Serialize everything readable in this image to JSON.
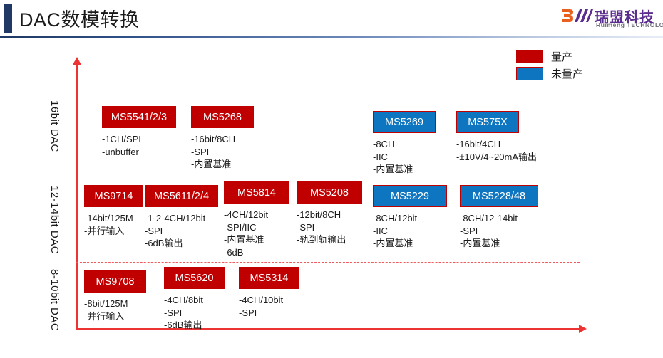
{
  "header": {
    "title": "DAC数模转换",
    "logo": {
      "mark_name": "ruimeng-logo-mark",
      "cn": "瑞盟科技",
      "en": "Ruimeng TECHNOLOGY",
      "cn_color": "#5b2d8e",
      "mark_color": "#e8601c"
    }
  },
  "legend": {
    "items": [
      {
        "label": "量产",
        "color": "#c00000",
        "status": "mass-production"
      },
      {
        "label": "未量产",
        "color": "#0e76c0",
        "status": "not-mass-production"
      }
    ]
  },
  "axes": {
    "y_groups": [
      "16bit DAC",
      "12-14bit DAC",
      "8-10bit DAC"
    ],
    "accent_color": "#ee3333"
  },
  "chart_data": {
    "type": "table",
    "title": "DAC数模转换",
    "xlabel": "",
    "ylabel": "",
    "legend_position": "top-right",
    "grid": true,
    "rows": [
      {
        "group": "16bit DAC",
        "products": [
          {
            "name": "MS5541/2/3",
            "status": "量产",
            "color": "#c00000",
            "specs": [
              "-1CH/SPI",
              "-unbuffer"
            ]
          },
          {
            "name": "MS5268",
            "status": "量产",
            "color": "#c00000",
            "specs": [
              "-16bit/8CH",
              "-SPI",
              "-内置基准"
            ]
          },
          {
            "name": "MS5269",
            "status": "未量产",
            "color": "#0e76c0",
            "specs": [
              "-8CH",
              "-IIC",
              "-内置基准"
            ]
          },
          {
            "name": "MS575X",
            "status": "未量产",
            "color": "#0e76c0",
            "specs": [
              "-16bit/4CH",
              "-±10V/4~20mA输出"
            ]
          }
        ]
      },
      {
        "group": "12-14bit DAC",
        "products": [
          {
            "name": "MS9714",
            "status": "量产",
            "color": "#c00000",
            "specs": [
              "-14bit/125M",
              "-并行输入"
            ]
          },
          {
            "name": "MS5611/2/4",
            "status": "量产",
            "color": "#c00000",
            "specs": [
              "-1-2-4CH/12bit",
              "-SPI",
              "-6dB输出"
            ]
          },
          {
            "name": "MS5814",
            "status": "量产",
            "color": "#c00000",
            "specs": [
              "-4CH/12bit",
              "-SPI/IIC",
              "-内置基准",
              "-6dB"
            ]
          },
          {
            "name": "MS5208",
            "status": "量产",
            "color": "#c00000",
            "specs": [
              "-12bit/8CH",
              "-SPI",
              "-轨到轨输出"
            ]
          },
          {
            "name": "MS5229",
            "status": "未量产",
            "color": "#0e76c0",
            "specs": [
              "-8CH/12bit",
              "-IIC",
              "-内置基准"
            ]
          },
          {
            "name": "MS5228/48",
            "status": "未量产",
            "color": "#0e76c0",
            "specs": [
              "-8CH/12-14bit",
              "-SPI",
              "-内置基准"
            ]
          }
        ]
      },
      {
        "group": "8-10bit DAC",
        "products": [
          {
            "name": "MS9708",
            "status": "量产",
            "color": "#c00000",
            "specs": [
              "-8bit/125M",
              "-并行输入"
            ]
          },
          {
            "name": "MS5620",
            "status": "量产",
            "color": "#c00000",
            "specs": [
              "-4CH/8bit",
              "-SPI",
              "-6dB输出"
            ]
          },
          {
            "name": "MS5314",
            "status": "量产",
            "color": "#c00000",
            "specs": [
              "-4CH/10bit",
              "-SPI"
            ]
          }
        ]
      }
    ]
  }
}
